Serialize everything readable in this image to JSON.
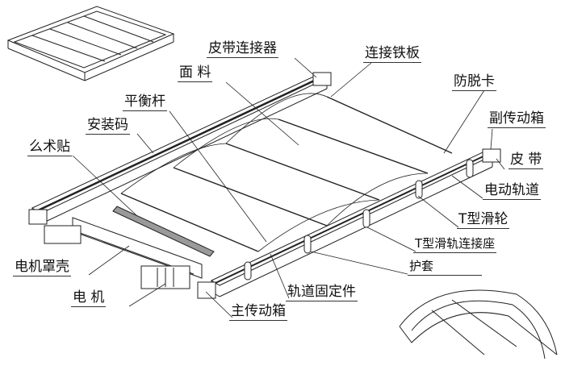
{
  "diagram": {
    "labels": {
      "belt_connector": "皮带连接器",
      "connecting_plate": "连接铁板",
      "fabric": "面 料",
      "anti_release_clip": "防脱卡",
      "balance_bar": "平衡杆",
      "mounting_bracket": "安装码",
      "secondary_gearbox": "副传动箱",
      "velcro": "么术贴",
      "belt": "皮 带",
      "motor_track": "电动轨道",
      "t_pulley": "T型滑轮",
      "t_rail_connector": "T型滑轨连接座",
      "sheath": "护套",
      "motor_cover": "电机罩壳",
      "motor": "电 机",
      "track_fixture": "轨道固定件",
      "main_gearbox": "主传动箱"
    },
    "colors": {
      "line": "#222222",
      "fill_gray": "#9a9a9a"
    }
  }
}
